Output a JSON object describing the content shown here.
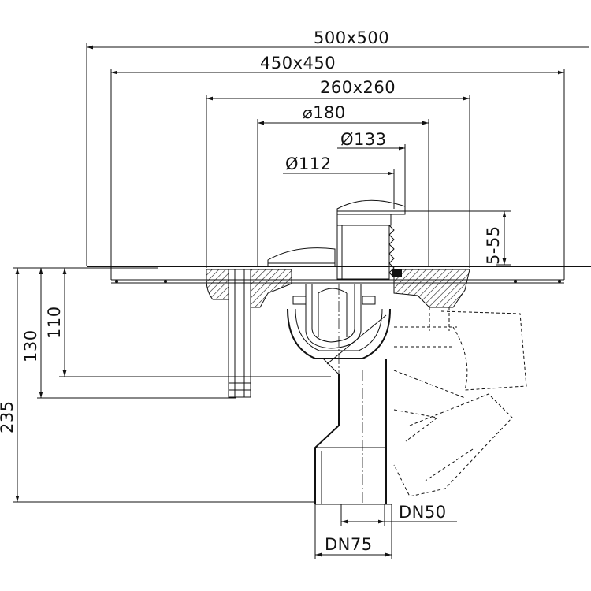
{
  "dimensions": {
    "d500": "500x500",
    "d450": "450x450",
    "d260": "260x260",
    "d180": "⌀180",
    "d133": "Ø133",
    "d112": "Ø112",
    "adjust": "5-55",
    "h110": "110",
    "h130": "130",
    "h235": "235",
    "dn50": "DN50",
    "dn75": "DN75"
  }
}
